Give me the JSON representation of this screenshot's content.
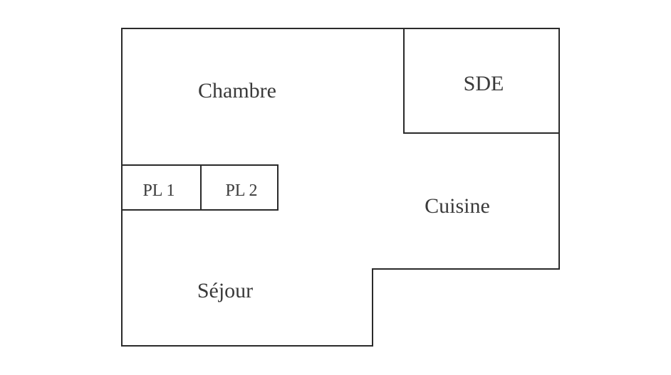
{
  "plan": {
    "rooms": {
      "chambre": "Chambre",
      "sde": "SDE",
      "cuisine": "Cuisine",
      "sejour": "Séjour"
    },
    "closets": {
      "pl1": "PL 1",
      "pl2": "PL 2"
    }
  },
  "colors": {
    "walls": "#2a2a2a",
    "text": "#3a3a3a",
    "background": "#ffffff"
  }
}
